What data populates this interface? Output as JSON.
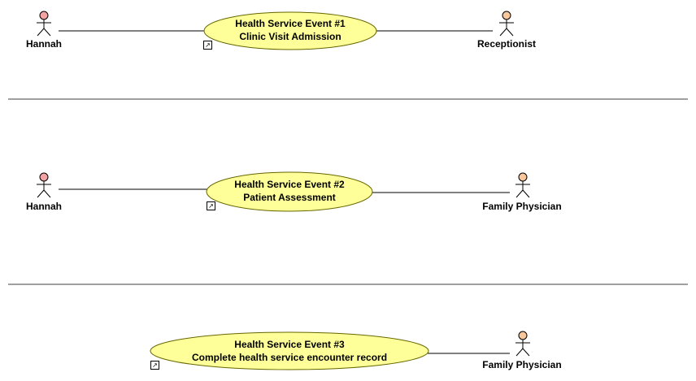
{
  "rows": [
    {
      "actor_left": "Hannah",
      "usecase_line1": "Health Service Event #1",
      "usecase_line2": "Clinic Visit Admission",
      "actor_right": "Receptionist"
    },
    {
      "actor_left": "Hannah",
      "usecase_line1": "Health Service Event #2",
      "usecase_line2": "Patient Assessment",
      "actor_right": "Family Physician"
    },
    {
      "actor_left": "",
      "usecase_line1": "Health Service Event #3",
      "usecase_line2": "Complete health service encounter record",
      "actor_right": "Family Physician"
    }
  ],
  "icons": {
    "link": "shortcut-arrow-icon",
    "actor_pink": "stick-figure-icon",
    "actor_orange": "stick-figure-icon"
  },
  "colors": {
    "usecase_fill": "#ffff99",
    "usecase_stroke": "#666600",
    "actor_head_pink": "#f4a3a3",
    "actor_head_orange": "#f8c79b",
    "line": "#000000",
    "separator": "#404040"
  }
}
